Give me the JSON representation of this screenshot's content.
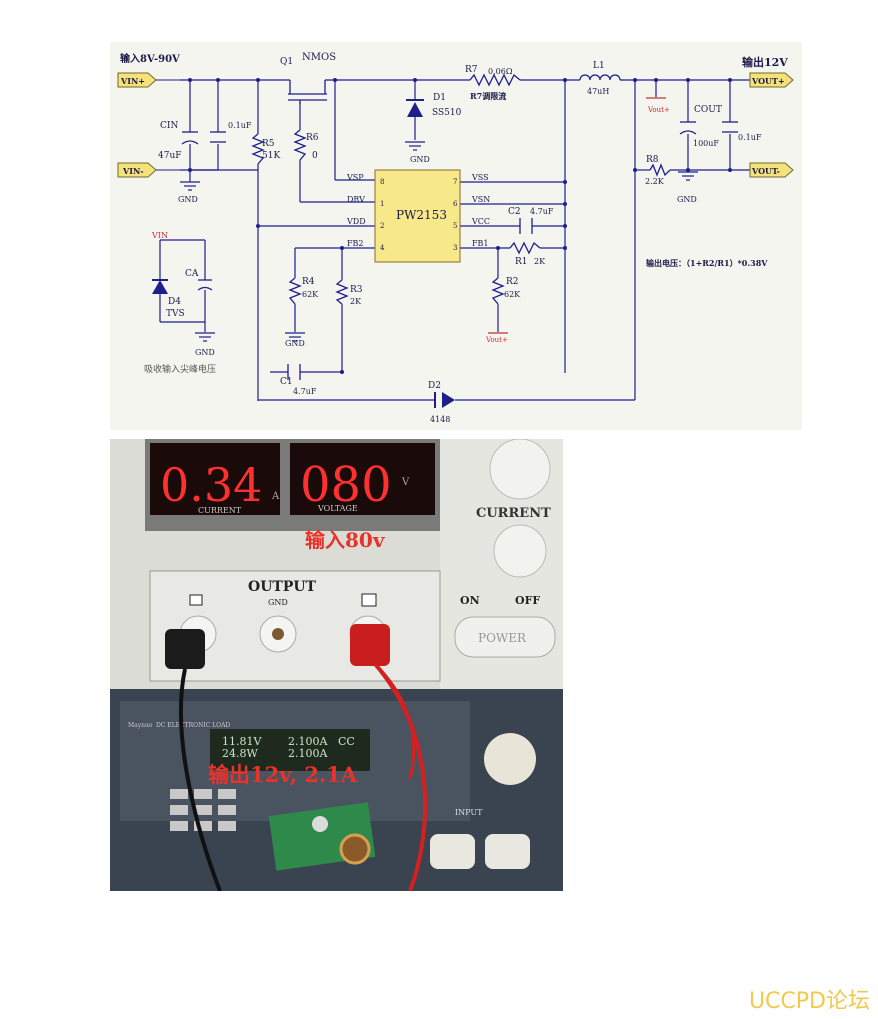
{
  "schematic": {
    "input_title": "输入8V-90V",
    "output_title": "输出12V",
    "vin_plus": "VIN+",
    "vin_minus": "VIN-",
    "vout_plus_tag": "VOUT+",
    "vout_minus_tag": "VOUT-",
    "vout_plus_small": "Vout+",
    "q1": "Q1",
    "nmos": "NMOS",
    "r7": "R7",
    "r7_val": "0.06Ω",
    "r7_note": "R7调限流",
    "l1": "L1",
    "l1_val": "47uH",
    "d1": "D1",
    "d1_val": "SS510",
    "cin": "CIN",
    "cin_val": "47uF",
    "c_01": "0.1uF",
    "r5": "R5",
    "r5_val": "51K",
    "r6": "R6",
    "r6_val": "0",
    "gnd": "GND",
    "cout": "COUT",
    "cout_val": "100uF",
    "c_out01": "0.1uF",
    "r8": "R8",
    "r8_val": "2.2K",
    "ic_name": "PW2153",
    "pins": {
      "vsp": "VSP",
      "drv": "DRV",
      "vdd": "VDD",
      "fb2": "FB2",
      "vss": "VSS",
      "vsn": "VSN",
      "vcc": "VCC",
      "fb1": "FB1",
      "p8": "8",
      "p1": "1",
      "p2": "2",
      "p4": "4",
      "p7": "7",
      "p6": "6",
      "p5": "5",
      "p3": "3"
    },
    "c2": "C2",
    "c2_val": "4.7uF",
    "r1": "R1",
    "r1_val": "2K",
    "r2": "R2",
    "r2_val": "62K",
    "r4": "R4",
    "r4_val": "62K",
    "r3": "R3",
    "r3_val": "2K",
    "vin_small": "VIN",
    "ca": "CA",
    "d4": "D4",
    "d4_val": "TVS",
    "tvs_note": "吸收输入尖峰电压",
    "c1": "C1",
    "c1_val": "4.7uF",
    "d2": "D2",
    "d2_val": "4148",
    "formula": "输出电压：（1+R2/R1）*0.38V"
  },
  "photo": {
    "ps_current": "0.34",
    "ps_voltage": "080",
    "ps_a": "A",
    "ps_v": "V",
    "ps_current_lbl": "CURRENT",
    "ps_voltage_lbl": "VOLTAGE",
    "ps_knob_lbl": "CURRENT",
    "input_caption": "输入80v",
    "output_lbl": "OUTPUT",
    "gnd_lbl": "GND",
    "on_lbl": "ON",
    "off_lbl": "OFF",
    "power_lbl": "POWER",
    "load_v": "11.81V",
    "load_w": "24.8W",
    "load_a1": "2.100A",
    "load_cc": "CC",
    "load_a2": "2.100A",
    "output_caption": "输出12v, 2.1A",
    "input_lbl": "INPUT",
    "brand": "Maynuo",
    "brand_sub": "DC ELECTRONIC LOAD"
  },
  "watermark": "UCCPD论坛"
}
